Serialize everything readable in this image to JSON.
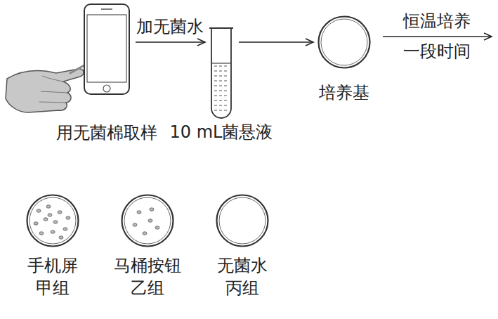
{
  "diagram": {
    "nodes": [
      {
        "text": [
          "用无菌棉取样"
        ]
      },
      {
        "text": [
          "10 mL菌悬液"
        ]
      },
      {
        "text": [
          "培养基"
        ]
      },
      {
        "text": [
          "手机屏",
          "甲组"
        ]
      },
      {
        "text": [
          "马桶按钮",
          "乙组"
        ]
      },
      {
        "text": [
          "无菌水",
          "丙组"
        ]
      }
    ],
    "edges": [
      {
        "from": 0,
        "to": 1,
        "arrow": "to",
        "label": "加无菌水"
      },
      {
        "from": 1,
        "to": 2,
        "arrow": "to"
      }
    ],
    "labels": [
      "恒温培养",
      "一段时间"
    ]
  }
}
